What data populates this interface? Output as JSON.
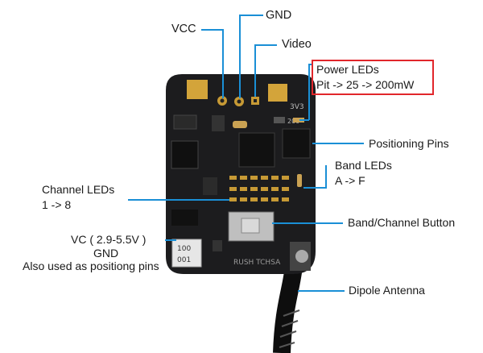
{
  "labels": {
    "vcc": "VCC",
    "gnd": "GND",
    "video": "Video",
    "power_leds_title": "Power LEDs",
    "power_leds_values": "Pit -> 25 -> 200mW",
    "positioning_pins": "Positioning Pins",
    "band_leds_title": "Band LEDs",
    "band_leds_range": "A -> F",
    "channel_leds_title": "Channel LEDs",
    "channel_leds_range": "1 -> 8",
    "band_channel_button": "Band/Channel Button",
    "vc_range": "VC ( 2.9-5.5V )",
    "gnd2": "GND",
    "positioning_note": "Also used as positiong pins",
    "dipole_antenna": "Dipole Antenna"
  },
  "colors": {
    "callout_line": "#1a8fd6",
    "highlight_box": "#e1262b",
    "pcb": "#1c1c1e",
    "gold": "#d3a43a"
  }
}
